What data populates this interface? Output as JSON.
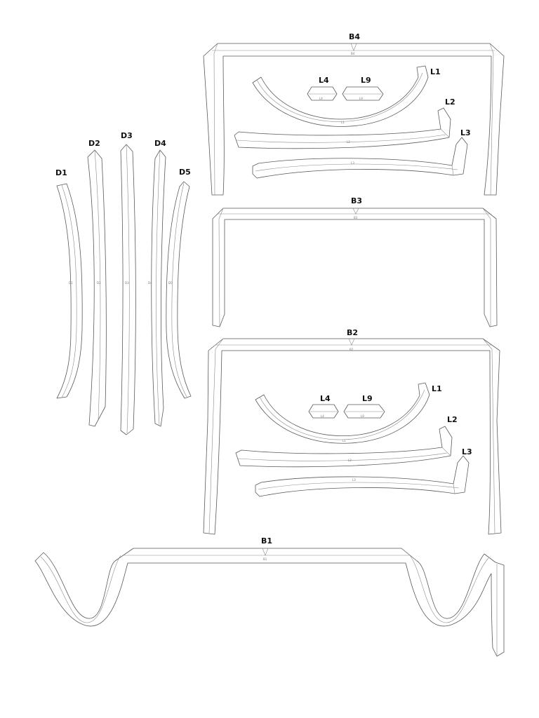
{
  "sheet": {
    "labels": {
      "b4": "B4",
      "b3": "B3",
      "b2": "B2",
      "b1": "B1",
      "d1": "D1",
      "d2": "D2",
      "d3": "D3",
      "d4": "D4",
      "d5": "D5",
      "l1_top": "L1",
      "l2_top": "L2",
      "l3_top": "L3",
      "l4_top": "L4",
      "l9_top": "L9",
      "l1_mid": "L1",
      "l2_mid": "L2",
      "l3_mid": "L3",
      "l4_mid": "L4",
      "l9_mid": "L9"
    },
    "tiny": {
      "b4": "B4",
      "b3": "B3",
      "b2": "B2",
      "b1": "B1",
      "d1": "D1",
      "d2": "D2",
      "d3": "D3",
      "d4": "D4",
      "d5": "D5",
      "l1": "L1",
      "l2": "L2",
      "l3": "L3",
      "l4": "L4",
      "l9": "L9"
    }
  }
}
